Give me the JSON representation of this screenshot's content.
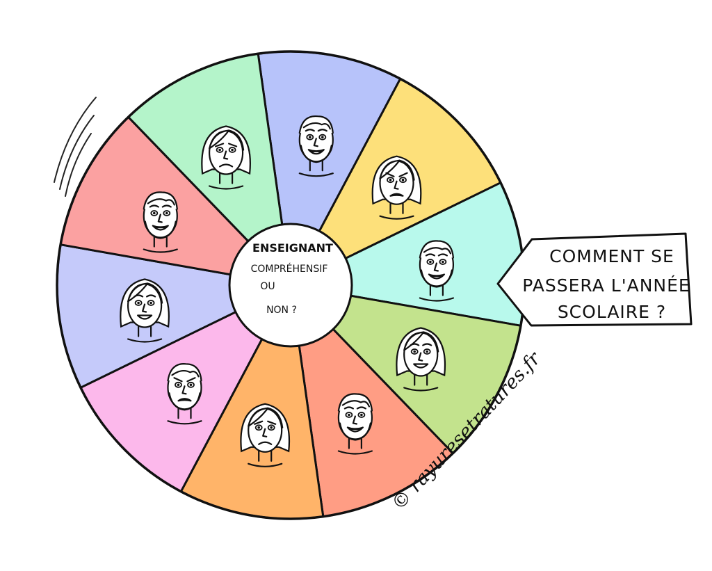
{
  "wheel": {
    "center": {
      "line1": "ENSEIGNANT",
      "line2": "COMPRÉHENSIF",
      "line3": "OU",
      "line4": "NON ?"
    },
    "segments": [
      {
        "color": "#B7C3FA",
        "face": "man",
        "mood": "grin"
      },
      {
        "color": "#FDE07A",
        "face": "woman",
        "mood": "angry"
      },
      {
        "color": "#B8F9EC",
        "face": "man",
        "mood": "grin"
      },
      {
        "color": "#C3E38D",
        "face": "woman",
        "mood": "happy"
      },
      {
        "color": "#FF9D84",
        "face": "man",
        "mood": "grin"
      },
      {
        "color": "#FFB469",
        "face": "woman",
        "mood": "sad"
      },
      {
        "color": "#FCB8EB",
        "face": "man",
        "mood": "angry"
      },
      {
        "color": "#C5CAFA",
        "face": "woman",
        "mood": "happy"
      },
      {
        "color": "#FBA1A1",
        "face": "man",
        "mood": "grin"
      },
      {
        "color": "#B4F4CA",
        "face": "woman",
        "mood": "sad"
      }
    ]
  },
  "pointer": {
    "line1": "COMMENT SE",
    "line2": "PASSERA L'ANNÉE",
    "line3": "SCOLAIRE ?"
  },
  "credit": "© rayuresetratures.fr"
}
